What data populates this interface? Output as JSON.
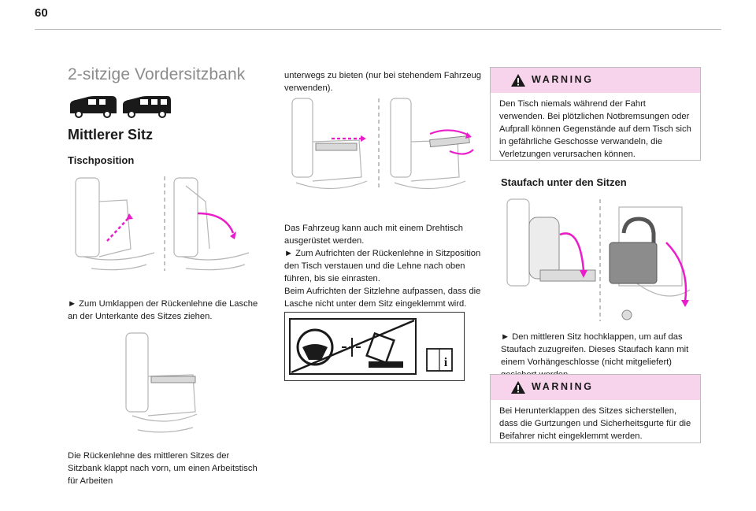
{
  "page": {
    "number": "60"
  },
  "header": {
    "title": "2-sitzige Vordersitzbank",
    "subtitle": "Mittlerer Sitz",
    "section_tisch": "Tischposition",
    "section_staufach": "Staufach unter den Sitzen"
  },
  "column1": {
    "para1": "► Zum Umklappen der Rückenlehne die Lasche an der Unterkante des Sitzes ziehen.",
    "para2": "Die Rückenlehne des mittleren Sitzes der Sitzbank klappt nach vorn, um einen Arbeitstisch für Arbeiten"
  },
  "column2": {
    "para1": "unterwegs zu bieten (nur bei stehendem Fahrzeug verwenden).",
    "para2_l1": "Das Fahrzeug kann auch mit einem Drehtisch ausgerüstet werden.",
    "para2_l2": "► Zum Aufrichten der Rückenlehne in Sitzposition den Tisch verstauen und die Lehne nach oben führen, bis sie einrasten.",
    "para2_l3": "Beim Aufrichten der Sitzlehne aufpassen, dass die Lasche nicht unter dem Sitz eingeklemmt wird."
  },
  "column3": {
    "warning1_label": "WARNING",
    "warning1_text": "Den Tisch niemals während der Fahrt verwenden. Bei plötzlichen Notbremsungen oder Aufprall können Gegenstände auf dem Tisch sich in gefährliche Geschosse verwandeln, die Verletzungen verursachen können.",
    "para1": "► Den mittleren Sitz hochklappen, um auf das Staufach zuzugreifen. Dieses Staufach kann mit einem Vorhängeschlosse (nicht mitgeliefert) gesichert werden.",
    "warning2_label": "WARNING",
    "warning2_text": "Bei Herunterklappen des Sitzes sicherstellen, dass die Gurtzungen und Sicherheitsgurte für die Beifahrer nicht eingeklemmt werden."
  },
  "colors": {
    "accent_pink": "#e91ec9",
    "warning_bg": "#f7d3ec",
    "title_gray": "#8c8c8c"
  }
}
